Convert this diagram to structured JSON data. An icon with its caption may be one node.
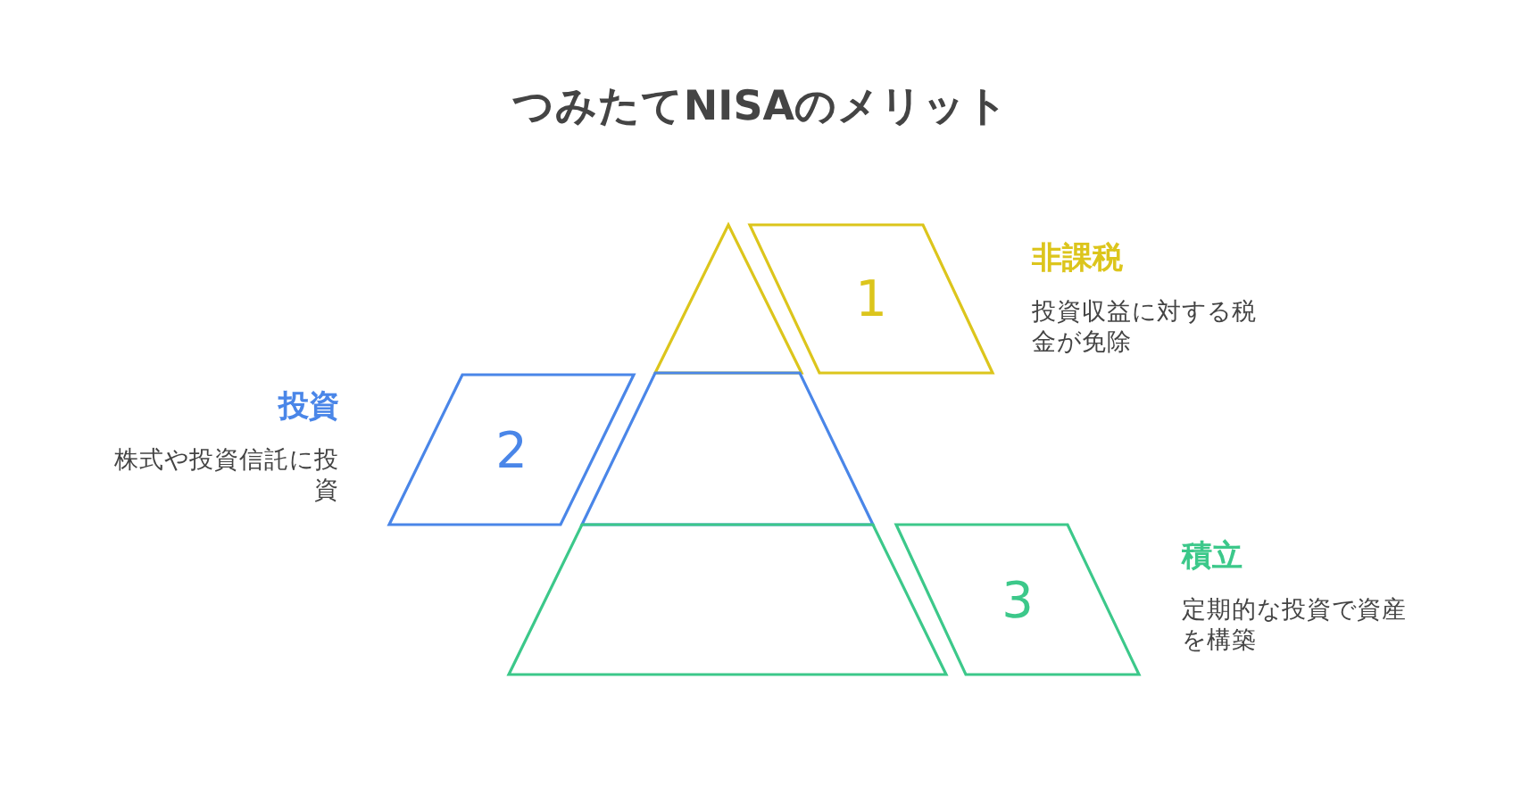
{
  "diagram": {
    "title": "つみたてNISAのメリット",
    "nodes": [
      {
        "text": [
          "1"
        ],
        "beside": [
          "非課税",
          "投資収益に対する税金が免除"
        ]
      },
      {
        "text": [
          "2"
        ],
        "beside": [
          "投資",
          "株式や投資信託に投資"
        ]
      },
      {
        "text": [
          "3"
        ],
        "beside": [
          "積立",
          "定期的な投資で資産を構築"
        ]
      },
      {
        "text": [],
        "shape": "triangle"
      },
      {
        "text": [],
        "shape": "trapezoid"
      },
      {
        "text": [],
        "shape": "trapezoid"
      }
    ]
  }
}
